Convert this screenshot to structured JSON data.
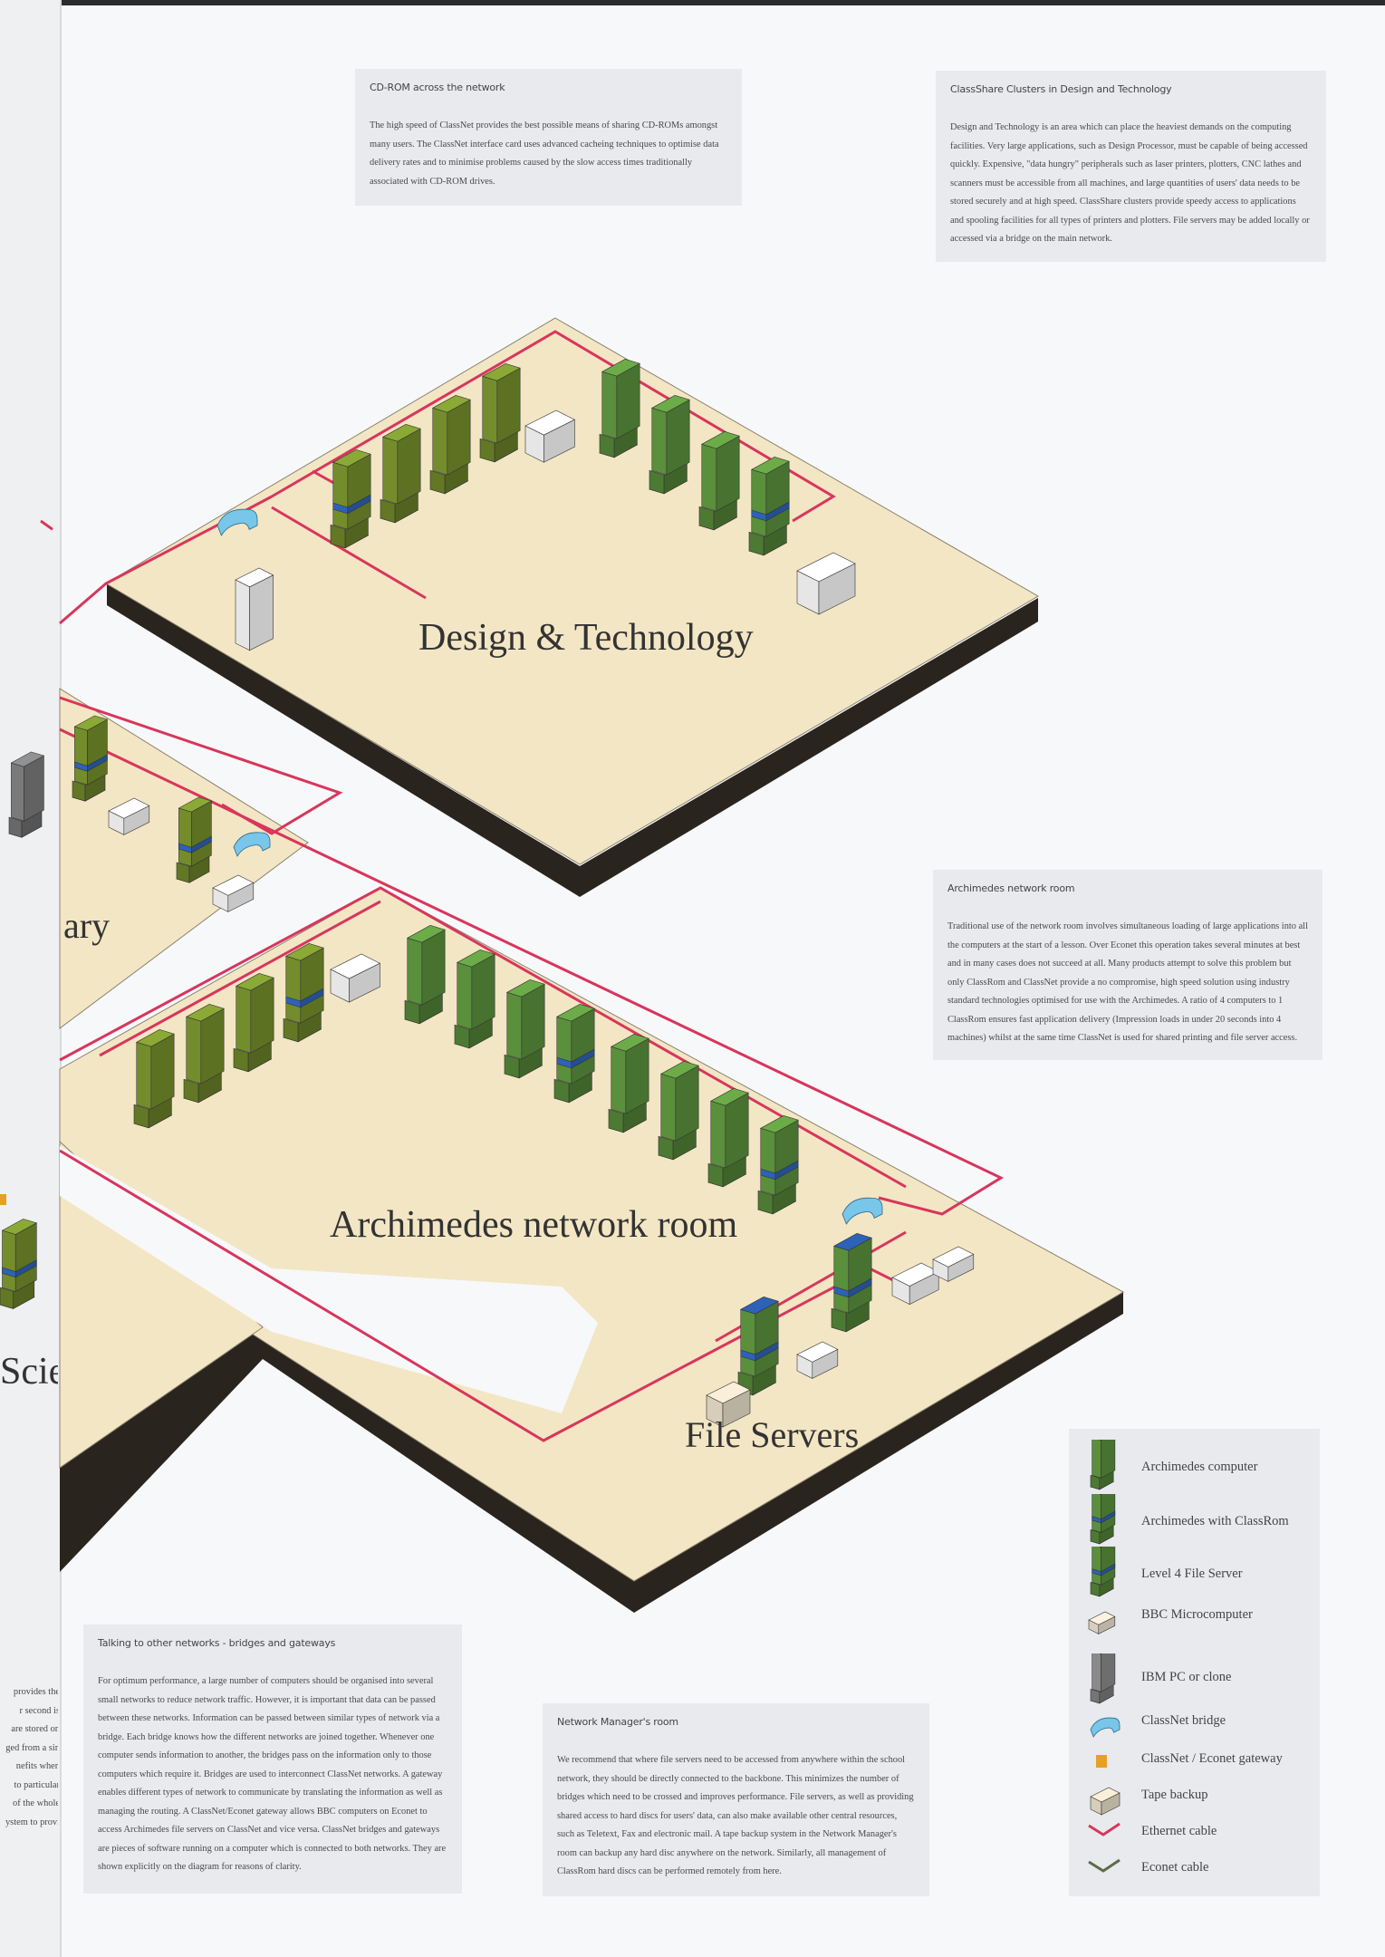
{
  "colors": {
    "ethernet": "#d8365c",
    "econet": "#5f6b4a",
    "floor": "#f3e6c4",
    "shadow": "#2a241e",
    "archimedes": "#5a8f3c",
    "archimedes_olive": "#748d2c",
    "classrom_band": "#2d62b8",
    "bridge": "#78c6ea",
    "panel": "#e8eaee"
  },
  "panels": {
    "cdrom": {
      "title": "CD-ROM across the network",
      "body": "The high speed of ClassNet provides the best possible means of sharing CD-ROMs amongst many users. The ClassNet interface card uses advanced cacheing techniques to optimise data delivery rates and to minimise problems caused by the slow access times traditionally associated with CD-ROM drives."
    },
    "classshare": {
      "title": "ClassShare Clusters in Design and Technology",
      "body": "Design and Technology is an area which can place the heaviest demands on the computing facilities.  Very large applications, such as Design Processor, must be capable of being accessed quickly.  Expensive, \"data hungry\" peripherals such as laser printers, plotters, CNC lathes and scanners must be accessible from all machines, and large quantities of users' data needs to be stored securely and at high speed.  ClassShare clusters provide speedy access to applications and spooling facilities for all types of printers and plotters.  File servers may be added locally or accessed via a bridge on the main network."
    },
    "archimedes_room": {
      "title": "Archimedes network room",
      "body": "Traditional use of the network room involves simultaneous loading of large applications into all the computers at the start of a lesson.  Over Econet this operation takes several minutes at best and in many cases does not succeed at all.  Many products attempt to solve this problem but only ClassRom and ClassNet provide a no compromise, high speed solution using industry standard technologies optimised for use with the Archimedes.  A ratio of 4 computers to 1 ClassRom ensures fast application delivery (Impression loads in under 20 seconds into 4 machines) whilst at the same time ClassNet is used for shared printing and file server access."
    },
    "bridges": {
      "title": "Talking to other networks - bridges and gateways",
      "body": "For optimum performance, a large number of computers should be organised into several small networks to reduce network traffic.  However, it is important that data can be passed between these networks.  Information can be passed between similar types of network via a bridge.  Each bridge knows how the different networks are joined together.  Whenever one computer sends information to another, the  bridges pass on the information only to those computers which require it.  Bridges are used to interconnect ClassNet networks. A gateway enables different types of network to communicate by translating the information as well as managing the routing.  A ClassNet/Econet gateway allows BBC computers on Econet to access Archimedes file servers on ClassNet and vice versa.  ClassNet bridges and gateways are pieces of software running on a computer which is connected to both networks.  They are shown explicitly on the diagram for reasons of clarity."
    },
    "network_manager": {
      "title": "Network Manager's room",
      "body": "We recommend that where file servers need to be accessed from anywhere within the school network, they should be directly connected to the backbone.  This minimizes the number of bridges which need to be crossed and improves performance.  File servers, as well as providing shared access to hard discs for users' data, can also make available other central resources, such as Teletext, Fax and electronic mail.  A tape backup system in the Network Manager's room can backup any hard disc anywhere on the network.  Similarly, all management of ClassRom hard discs can be performed remotely from here."
    }
  },
  "left_page_fragment": [
    "provides the",
    "r second is",
    "are stored on",
    "ged from a sin",
    "nefits when",
    "to particular",
    "of the whole",
    "ystem to provi"
  ],
  "rooms": {
    "design_tech": "Design & Technology",
    "archimedes": "Archimedes network room",
    "file_servers": "File Servers",
    "library_partial": "ary",
    "science_partial": "Scie"
  },
  "legend": [
    {
      "icon": "archimedes-computer-icon",
      "label": "Archimedes computer"
    },
    {
      "icon": "archimedes-classrom-icon",
      "label": "Archimedes with ClassRom"
    },
    {
      "icon": "file-server-icon",
      "label": "Level 4 File Server"
    },
    {
      "icon": "bbc-micro-icon",
      "label": "BBC Microcomputer"
    },
    {
      "icon": "ibm-pc-icon",
      "label": "IBM PC or clone"
    },
    {
      "icon": "classnet-bridge-icon",
      "label": "ClassNet bridge"
    },
    {
      "icon": "gateway-icon",
      "label": "ClassNet / Econet gateway"
    },
    {
      "icon": "tape-backup-icon",
      "label": "Tape backup"
    },
    {
      "icon": "ethernet-cable-icon",
      "label": "Ethernet cable"
    },
    {
      "icon": "econet-cable-icon",
      "label": "Econet cable"
    }
  ]
}
